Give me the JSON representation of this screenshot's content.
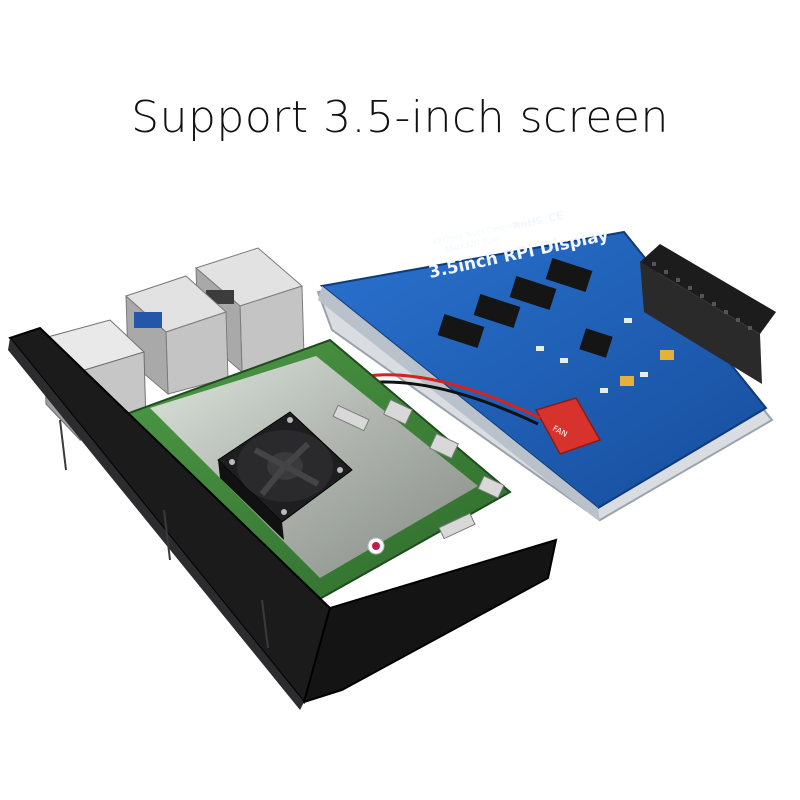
{
  "headline": "Support 3.5-inch screen",
  "display_board": {
    "title": "3.5inch RPi Display",
    "spec_line_1": "480X320 Pixel",
    "spec_line_2": "XPT2046 Touch Controller",
    "marking": "RoHS",
    "ce_mark": "CE",
    "fan_label": "FAN"
  },
  "colors": {
    "display_pcb": "#1f5fb8",
    "main_pcb": "#3d7d3a",
    "case": "#1b1b1c",
    "fan": "#1e1e20",
    "metal": "#c9c9c9",
    "wire_red": "#d0261f",
    "connector_red": "#d8322c"
  },
  "icons": [
    "fan-icon",
    "usb-port-icon",
    "ethernet-port-icon",
    "gpio-header-icon",
    "raspberry-logo-icon"
  ]
}
